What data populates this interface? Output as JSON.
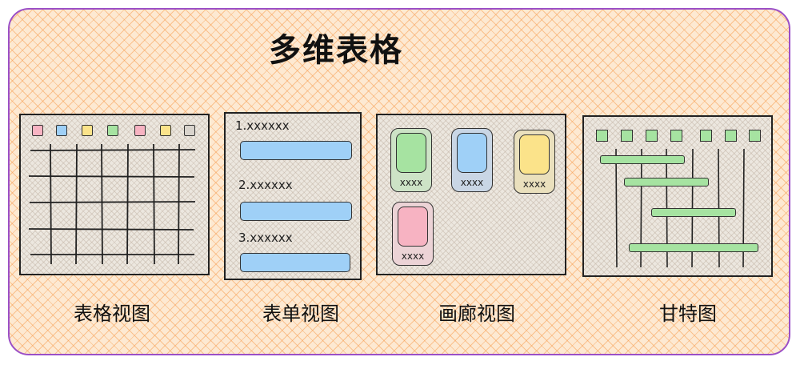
{
  "title": "多维表格",
  "views": [
    {
      "caption": "表格视图"
    },
    {
      "caption": "表单视图",
      "fields": [
        "1.xxxxxx",
        "2.xxxxxx",
        "3.xxxxxx"
      ]
    },
    {
      "caption": "画廊视图",
      "cards": [
        "xxxx",
        "xxxx",
        "xxxx",
        "xxxx"
      ]
    },
    {
      "caption": "甘特图"
    }
  ],
  "colors": {
    "frame_border": "#9b4fc7",
    "background": "#fde9d2",
    "pink": "#f7b3c2",
    "blue": "#9fd0f7",
    "yellow": "#fbe38a",
    "green": "#a6e3a1"
  }
}
